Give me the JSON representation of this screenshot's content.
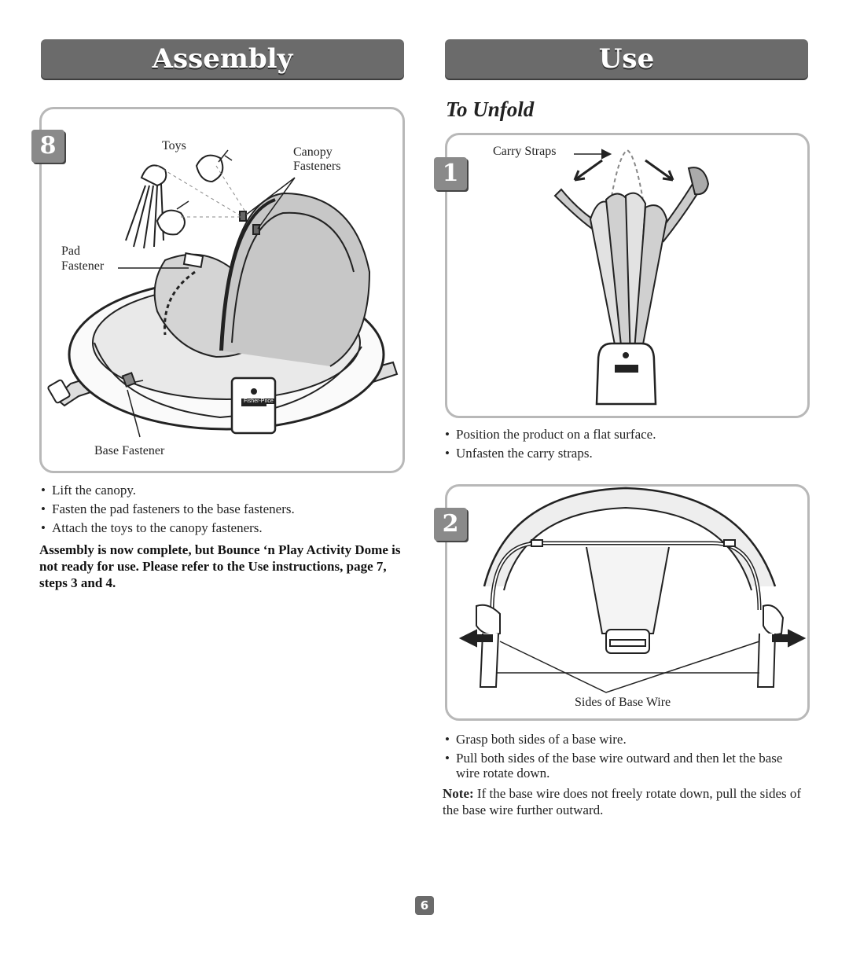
{
  "headers": {
    "assembly": "Assembly",
    "use": "Use"
  },
  "assembly": {
    "step_number": "8",
    "labels": {
      "toys": "Toys",
      "canopy_fasteners_line1": "Canopy",
      "canopy_fasteners_line2": "Fasteners",
      "pad_fastener_line1": "Pad",
      "pad_fastener_line2": "Fastener",
      "base_fastener": "Base Fastener",
      "brand": "Fisher-Price"
    },
    "bullets": [
      "Lift the canopy.",
      "Fasten the pad fasteners to the base fasteners.",
      "Attach the toys to the canopy fasteners."
    ],
    "bold_note": "Assembly is now complete, but Bounce ‘n Play Activity Dome is not ready for use. Please refer to the Use instructions, page 7, steps 3 and 4."
  },
  "use": {
    "subtitle": "To Unfold",
    "step1": {
      "number": "1",
      "label_carry_straps": "Carry Straps",
      "bullets": [
        "Position the product on a flat surface.",
        "Unfasten the carry straps."
      ]
    },
    "step2": {
      "number": "2",
      "label_sides": "Sides of Base Wire",
      "bullets": [
        "Grasp both sides of a base wire.",
        "Pull both sides of the base wire outward and then let the base wire rotate down."
      ],
      "note_label": "Note:",
      "note_text": " If the base wire does not freely rotate down, pull the sides of the base wire further outward."
    }
  },
  "page_number": "6"
}
